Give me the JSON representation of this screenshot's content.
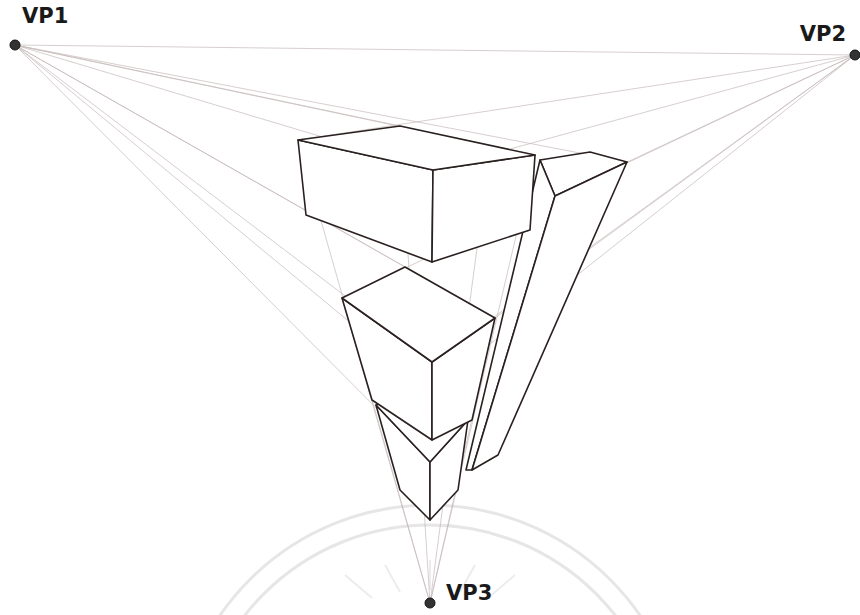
{
  "diagram": {
    "labels": [
      "VP1",
      "VP2",
      "VP3"
    ]
  }
}
